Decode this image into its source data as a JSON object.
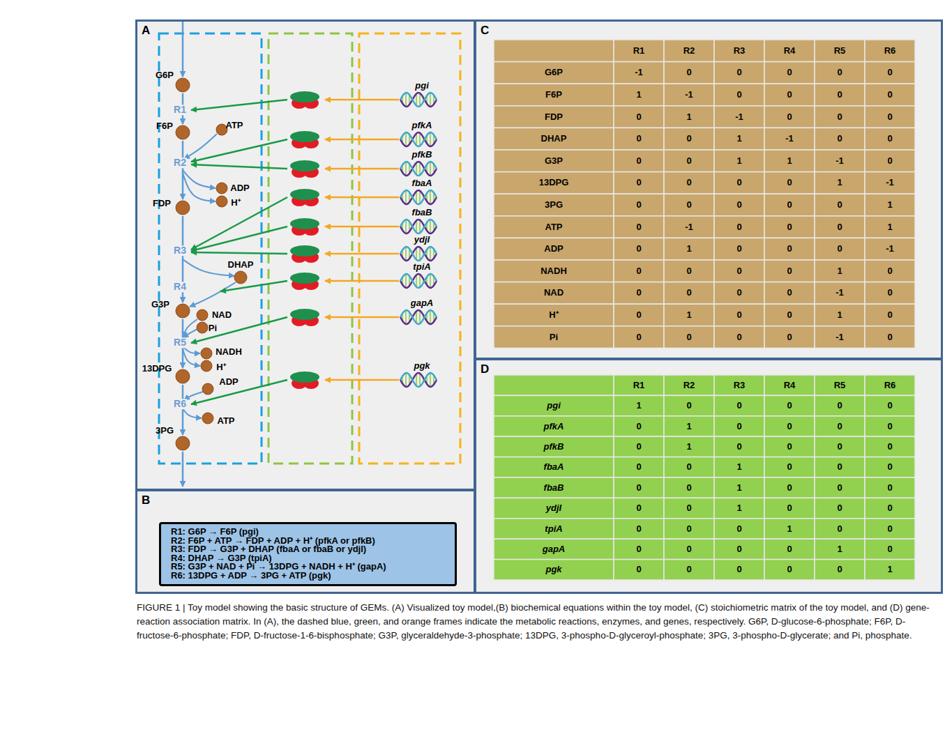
{
  "diagram": {
    "caption": "FIGURE 1 | Toy model showing the basic structure of GEMs. (A) Visualized toy model,(B) biochemical equations within the toy model, (C) stoichiometric matrix of the toy model, and (D) gene-reaction association matrix. In (A), the dashed blue, green, and orange frames indicate the metabolic reactions, enzymes, and genes, respectively. G6P, D-glucose-6-phosphate; F6P, D-fructose-6-phosphate; FDP, D-fructose-1-6-bisphosphate; G3P, glyceraldehyde-3-phosphate; 13DPG, 3-phospho-D-glyceroyl-phosphate; 3PG, 3-phospho-D-glycerate; and Pi, phosphate.",
    "nodes": [
      {
        "text": [
          "A"
        ]
      },
      {
        "text": [
          "C"
        ]
      },
      {
        "text": [
          "B"
        ]
      },
      {
        "text": [
          "R1: G6P → F6P (pgi)",
          "R2: F6P + ATP → FDP + ADP + H⁺ (pfkA or pfkB)",
          "R3: FDP → G3P + DHAP (fbaA or fbaB or ydjI)",
          "R4: DHAP → G3P (tpiA)",
          "R5: G3P + NAD + Pi → 13DPG + NADH + H⁺ (gapA)",
          "R6: 13DPG + ADP → 3PG + ATP (pgk)"
        ],
        "in": 2
      },
      {
        "text": [
          "D"
        ]
      }
    ],
    "labels": [
      "G6P",
      "R1",
      "pgi",
      "F6P",
      "ATP",
      "pfkA",
      "R2",
      "pfkB",
      "ADP",
      "H⁺",
      "FDP",
      "fbaA",
      "R3",
      "fbaB",
      "ydjI",
      "DHAP",
      "tpiA",
      "R4",
      "G3P",
      "NAD",
      "Pi",
      "R5",
      "gapA",
      "NADH",
      "H⁺",
      "13DPG",
      "ADP",
      "R6",
      "pgk",
      "ATP",
      "3PG",
      "R1",
      "R2",
      "R3",
      "R4",
      "R5",
      "R6",
      "G6P",
      "-1",
      "0",
      "0",
      "0",
      "0",
      "0",
      "F6P",
      "1",
      "-1",
      "0",
      "0",
      "0",
      "0",
      "FDP",
      "0",
      "1",
      "-1",
      "0",
      "0",
      "0",
      "DHAP",
      "0",
      "0",
      "1",
      "-1",
      "0",
      "0",
      "G3P",
      "0",
      "0",
      "1",
      "1",
      "-1",
      "0",
      "13DPG",
      "0",
      "0",
      "0",
      "0",
      "1",
      "-1",
      "3PG",
      "0",
      "0",
      "0",
      "0",
      "0",
      "1",
      "ATP",
      "0",
      "-1",
      "0",
      "0",
      "0",
      "1",
      "ADP",
      "0",
      "1",
      "0",
      "0",
      "0",
      "-1",
      "NADH",
      "0",
      "0",
      "0",
      "0",
      "1",
      "0",
      "NAD",
      "0",
      "0",
      "0",
      "0",
      "-1",
      "0",
      "H⁺",
      "0",
      "1",
      "0",
      "0",
      "1",
      "0",
      "Pi",
      "0",
      "0",
      "0",
      "0",
      "-1",
      "0",
      "R1",
      "R2",
      "R3",
      "R4",
      "R5",
      "R6",
      "pgi",
      "1",
      "0",
      "0",
      "0",
      "0",
      "0",
      "pfkA",
      "0",
      "1",
      "0",
      "0",
      "0",
      "0",
      "pfkB",
      "0",
      "1",
      "0",
      "0",
      "0",
      "0",
      "fbaA",
      "0",
      "0",
      "1",
      "0",
      "0",
      "0",
      "fbaB",
      "0",
      "0",
      "1",
      "0",
      "0",
      "0",
      "ydjI",
      "0",
      "0",
      "1",
      "0",
      "0",
      "0",
      "tpiA",
      "0",
      "0",
      "0",
      "1",
      "0",
      "0",
      "gapA",
      "0",
      "0",
      "0",
      "0",
      "1",
      "0",
      "pgk",
      "0",
      "0",
      "0",
      "0",
      "0",
      "1"
    ]
  }
}
